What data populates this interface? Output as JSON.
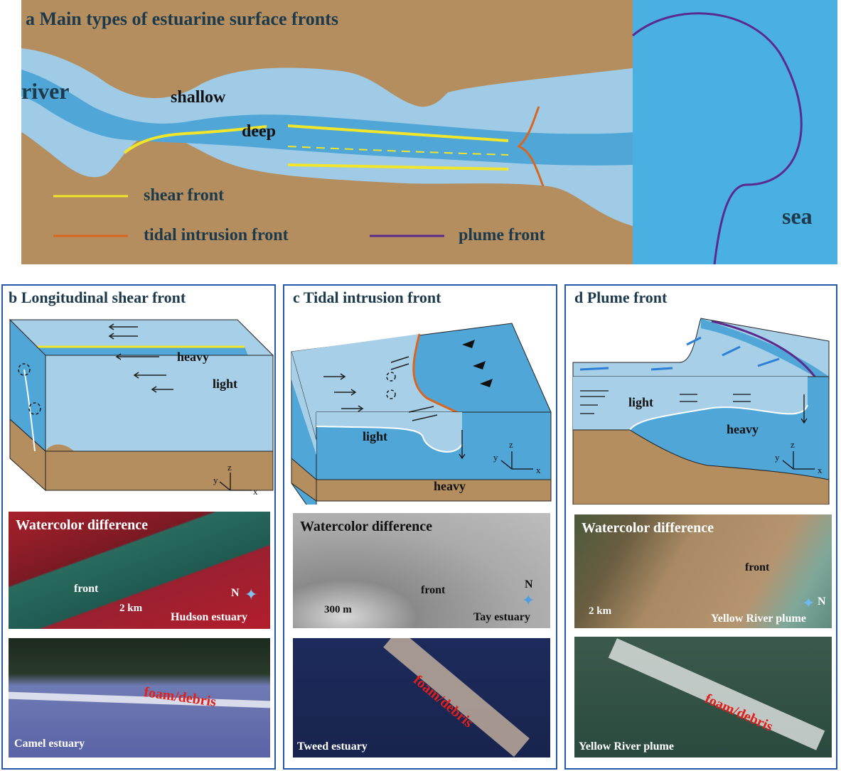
{
  "panel_a": {
    "title": "a Main types of estuarine surface fronts",
    "labels": {
      "river": "river",
      "shallow": "shallow",
      "deep": "deep",
      "sea": "sea"
    },
    "legend": [
      {
        "label": "shear front",
        "color": "#f2e62a"
      },
      {
        "label": "tidal intrusion front",
        "color": "#d9661f"
      },
      {
        "label": "plume front",
        "color": "#5a2a8c"
      }
    ]
  },
  "panel_b": {
    "title": "b Longitudinal shear front",
    "labels": {
      "heavy": "heavy",
      "light": "light"
    },
    "axes": {
      "x": "x",
      "y": "y",
      "z": "z"
    },
    "photo1": {
      "caption": "Watercolor difference",
      "front": "front",
      "scale": "2 km",
      "north": "N",
      "site": "Hudson estuary"
    },
    "photo2": {
      "annotation": "foam/debris",
      "site": "Camel estuary"
    }
  },
  "panel_c": {
    "title": "c Tidal intrusion front",
    "labels": {
      "light": "light",
      "heavy": "heavy"
    },
    "axes": {
      "x": "x",
      "y": "y",
      "z": "z"
    },
    "photo1": {
      "caption": "Watercolor difference",
      "front": "front",
      "scale": "300 m",
      "north": "N",
      "site": "Tay estuary"
    },
    "photo2": {
      "annotation": "foam/debris",
      "site": "Tweed estuary"
    }
  },
  "panel_d": {
    "title": "d Plume front",
    "labels": {
      "light": "light",
      "heavy": "heavy"
    },
    "axes": {
      "x": "x",
      "y": "y",
      "z": "z"
    },
    "photo1": {
      "caption": "Watercolor difference",
      "front": "front",
      "scale": "2 km",
      "north": "N",
      "site": "Yellow River plume"
    },
    "photo2": {
      "annotation": "foam/debris",
      "site": "Yellow River plume"
    }
  },
  "colors": {
    "land": "#b48e5e",
    "shallow_water": "#9fcbe6",
    "deep_water": "#4fa6d7",
    "sea": "#4ab0e2",
    "panel_border": "#2559a8"
  }
}
